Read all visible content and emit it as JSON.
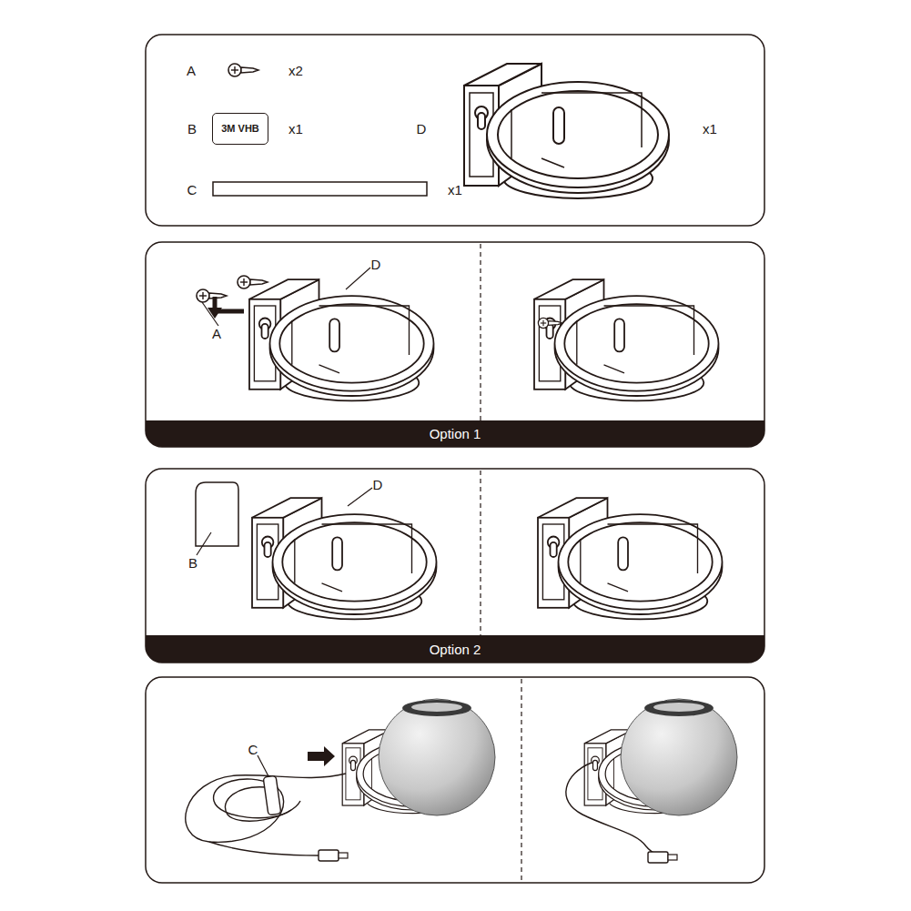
{
  "diagram": {
    "nodes": [
      {
        "text": [
          "3M VHB"
        ]
      },
      {
        "text": [
          "Option 1"
        ]
      },
      {
        "text": [
          "Option 2"
        ]
      }
    ],
    "labels": [
      "A",
      "x2",
      "B",
      "x1",
      "D",
      "x1",
      "C",
      "x1",
      "D",
      "A",
      "D",
      "B",
      "C"
    ]
  }
}
